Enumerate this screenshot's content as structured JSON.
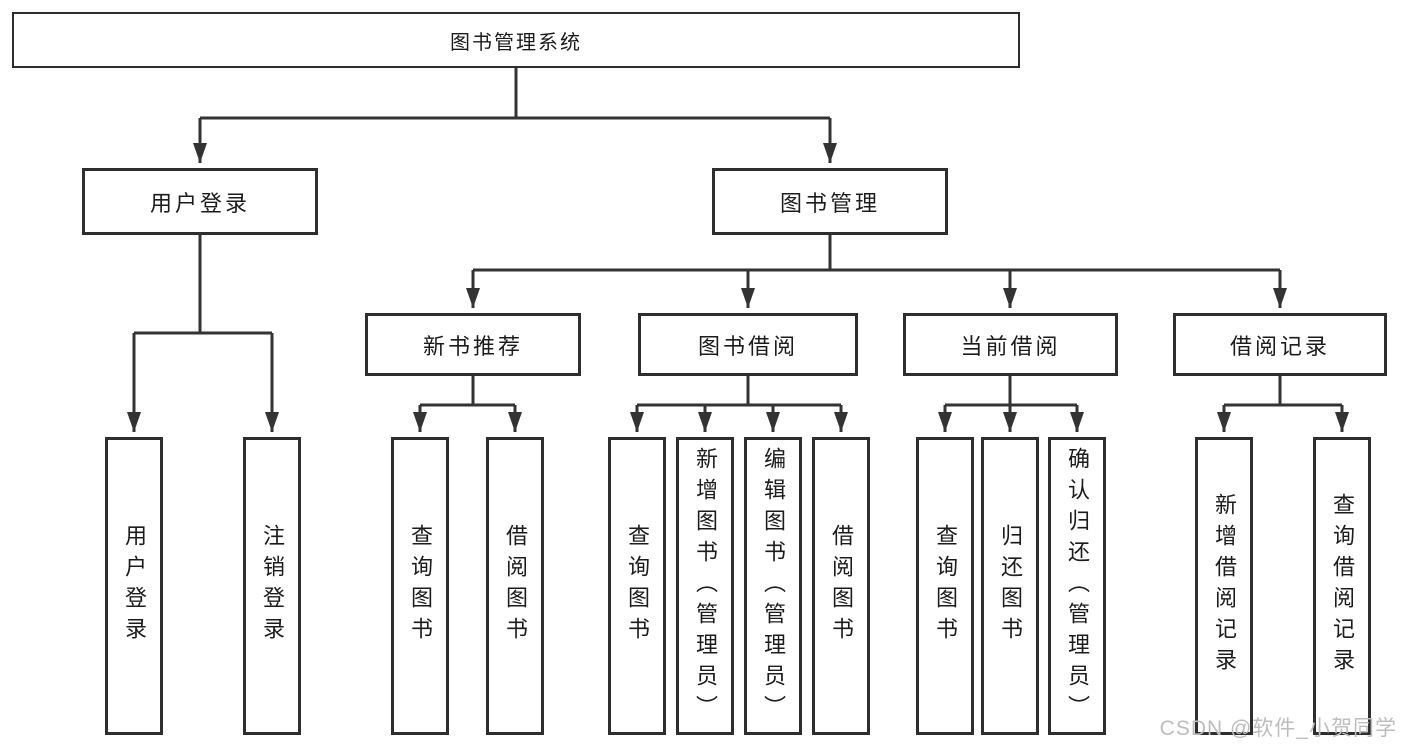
{
  "diagram": {
    "root": {
      "label": "图书管理系统"
    },
    "branches": [
      {
        "label": "用户登录",
        "children": [
          {
            "label": "用户登录"
          },
          {
            "label": "注销登录"
          }
        ]
      },
      {
        "label": "图书管理",
        "children": [
          {
            "label": "新书推荐",
            "children": [
              {
                "label": "查询图书"
              },
              {
                "label": "借阅图书"
              }
            ]
          },
          {
            "label": "图书借阅",
            "children": [
              {
                "label": "查询图书"
              },
              {
                "label": "新增图书（管理员）"
              },
              {
                "label": "编辑图书（管理员）"
              },
              {
                "label": "借阅图书"
              }
            ]
          },
          {
            "label": "当前借阅",
            "children": [
              {
                "label": "查询图书"
              },
              {
                "label": "归还图书"
              },
              {
                "label": "确认归还（管理员）"
              }
            ]
          },
          {
            "label": "借阅记录",
            "children": [
              {
                "label": "新增借阅记录"
              },
              {
                "label": "查询借阅记录"
              }
            ]
          }
        ]
      }
    ]
  },
  "watermark": {
    "text": "CSDN @软件_小贺同学"
  },
  "colors": {
    "line": "#333333",
    "border": "#2e2e2e",
    "text": "#1c1c1c",
    "watermark": "#bdbdbd"
  }
}
